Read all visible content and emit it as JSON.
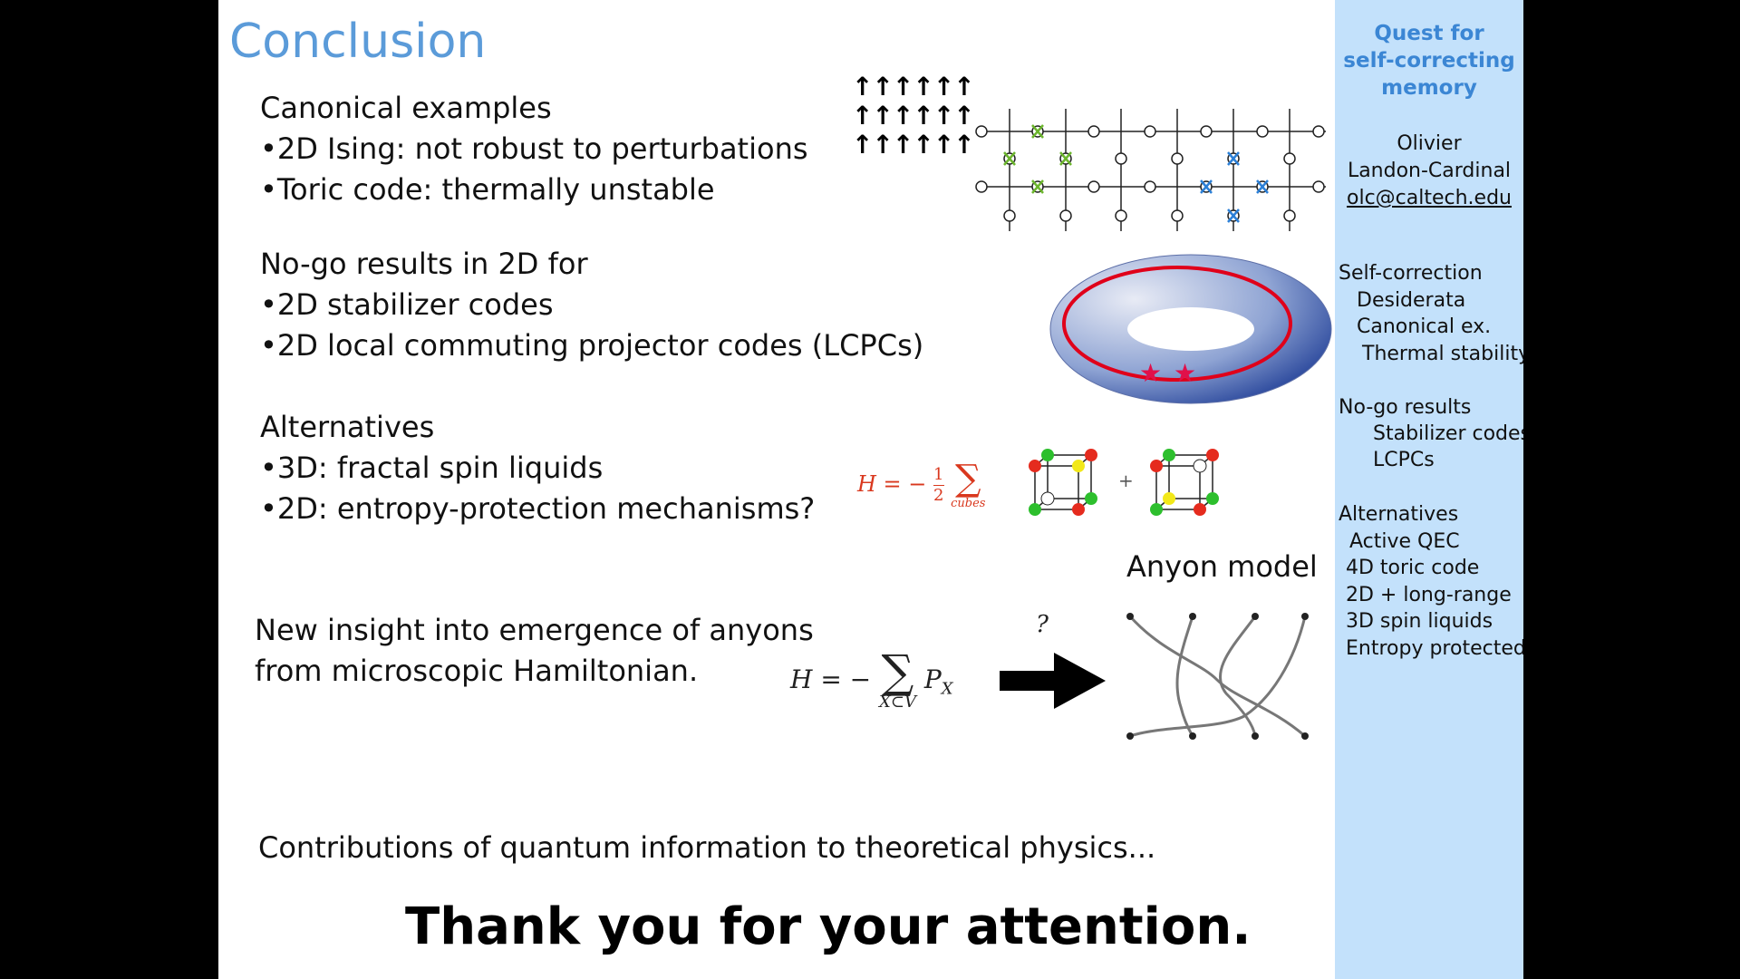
{
  "slide": {
    "title": "Conclusion",
    "sections": {
      "canonical": {
        "heading": "Canonical examples",
        "bullets": [
          "2D Ising: not robust to perturbations",
          "Toric code: thermally unstable"
        ]
      },
      "nogo": {
        "heading": "No-go results in 2D for",
        "bullets": [
          "2D stabilizer codes",
          "2D local commuting projector codes (LCPCs)"
        ]
      },
      "alternatives": {
        "heading": "Alternatives",
        "bullets": [
          "3D: fractal spin liquids",
          "2D: entropy-protection mechanisms?"
        ]
      },
      "insight": {
        "line1": "New insight into emergence of anyons",
        "line2": "from microscopic Hamiltonian."
      }
    },
    "ising_arrows": [
      "↑↑↑↑↑↑",
      "↑↑↑↑↑↑",
      "↑↑↑↑↑↑"
    ],
    "fractal_equation": {
      "lhs": "H = −",
      "frac_num": "1",
      "frac_den": "2",
      "sum": "∑",
      "sub": "cubes",
      "plus": "+"
    },
    "anyon_equation": {
      "lhs": "H = −",
      "sum": "∑",
      "sub": "X⊂V",
      "term": "P",
      "term_sub": "X",
      "question": "?"
    },
    "anyon_label": "Anyon model",
    "contributions": "Contributions of quantum information to theoretical physics...",
    "thanks": "Thank you for your attention.",
    "colors": {
      "title": "#5b9bd9",
      "sidebar_bg": "#c3e1fb",
      "sidebar_head": "#3b86d4",
      "torus_line": "#e0001a",
      "fractal_eq": "#d9381e"
    }
  },
  "sidebar": {
    "heading": [
      "Quest for",
      "self-correcting",
      "memory"
    ],
    "author": [
      "Olivier",
      "Landon-Cardinal"
    ],
    "email": "olc@caltech.edu",
    "outline": [
      "Self-correction",
      "Desiderata",
      "Canonical ex.",
      "Thermal stability",
      "No-go results",
      "Stabilizer codes",
      "LCPCs",
      "Alternatives",
      "Active QEC",
      "4D toric code",
      "2D + long-range",
      "3D spin liquids",
      "Entropy protected"
    ]
  }
}
